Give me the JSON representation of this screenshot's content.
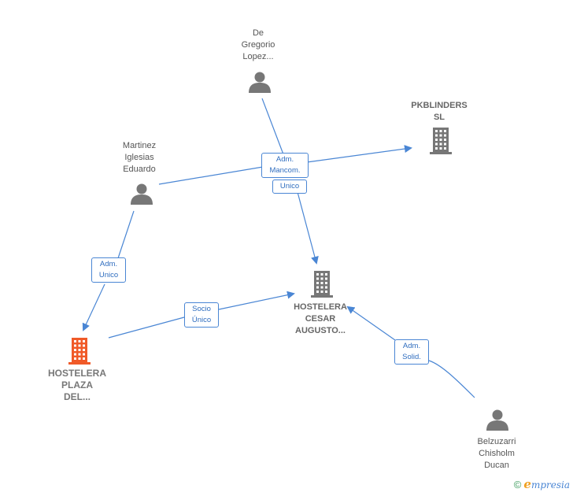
{
  "colors": {
    "edge": "#4a86d4",
    "person_icon": "#777777",
    "company_icon": "#777777",
    "focus_icon": "#f05a28"
  },
  "nodes": {
    "de_gregorio": {
      "label": "De\nGregorio\nLopez...",
      "icon": "person-icon"
    },
    "martinez": {
      "label": "Martinez\nIglesias\nEduardo",
      "icon": "person-icon"
    },
    "pkblinders": {
      "label": "PKBLINDERS\nSL",
      "icon": "building-icon"
    },
    "hostelera_cesar": {
      "label": "HOSTELERA\nCESAR\nAUGUSTO...",
      "icon": "building-icon"
    },
    "hostelera_plaza": {
      "label": "HOSTELERA\nPLAZA\nDEL...",
      "icon": "building-icon"
    },
    "belzuzarri": {
      "label": "Belzuzarri\nChisholm\nDucan",
      "icon": "person-icon"
    }
  },
  "edges": {
    "adm_mancom": "Adm.\nMancom.",
    "unico": "Unico",
    "adm_unico": "Adm.\nUnico",
    "socio_unico": "Socio\nÚnico",
    "adm_solid": "Adm.\nSolid."
  },
  "footer": {
    "copyright": "©",
    "brand_initial": "e",
    "brand_rest": "mpresia"
  }
}
